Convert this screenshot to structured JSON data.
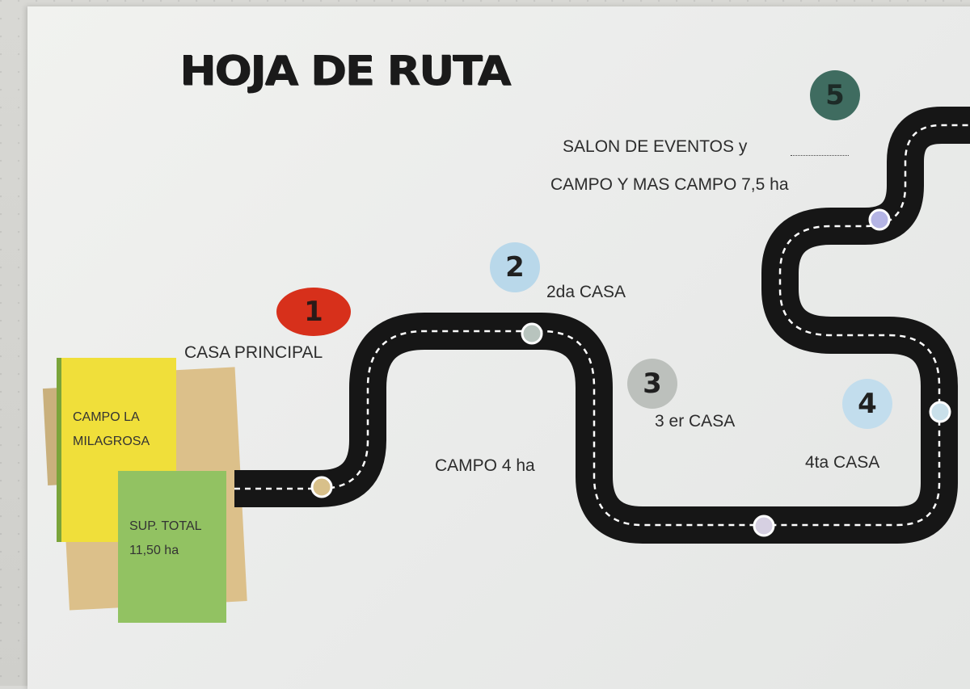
{
  "title": "HOJA DE RUTA",
  "notes": {
    "yellow_line1": "CAMPO LA",
    "yellow_line2": "MILAGROSA",
    "green_line1": "SUP. TOTAL",
    "green_line2": "11,50 ha"
  },
  "stops": [
    {
      "number": "1",
      "label": "CASA PRINCIPAL",
      "color": "#d9311c"
    },
    {
      "number": "2",
      "label": "2da CASA",
      "color": "#b7d7ea"
    },
    {
      "number": "3",
      "label": "3 er  CASA",
      "color": "#b9bdb9"
    },
    {
      "number": "4",
      "label": "4ta CASA",
      "color": "#bfdcec"
    },
    {
      "number": "5",
      "label_line1": "SALON DE EVENTOS y",
      "label_line2": "CAMPO Y MAS CAMPO 7,5 ha",
      "color": "#3e6b60"
    }
  ],
  "road_labels": {
    "campo": "CAMPO 4 ha"
  },
  "colors": {
    "road": "#161616",
    "road_dash": "#ffffff",
    "yellow_note": "#f2e13a",
    "green_note": "#8fbf5c",
    "tan_note": "#e0bd7f"
  }
}
